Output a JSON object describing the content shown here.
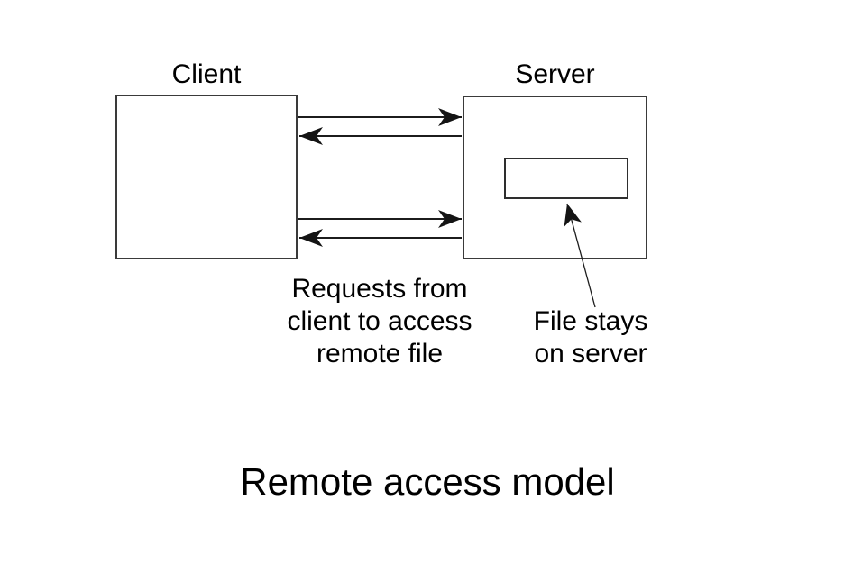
{
  "diagram": {
    "client": {
      "label": "Client"
    },
    "server": {
      "label": "Server"
    },
    "requests_caption": "Requests from\nclient to access\nremote file",
    "file_caption": "File stays\non server",
    "title": "Remote access model",
    "colors": {
      "background": "#ffffff",
      "line": "#1c1c1c",
      "box_border": "#3a3a3a",
      "text": "#000000"
    }
  }
}
